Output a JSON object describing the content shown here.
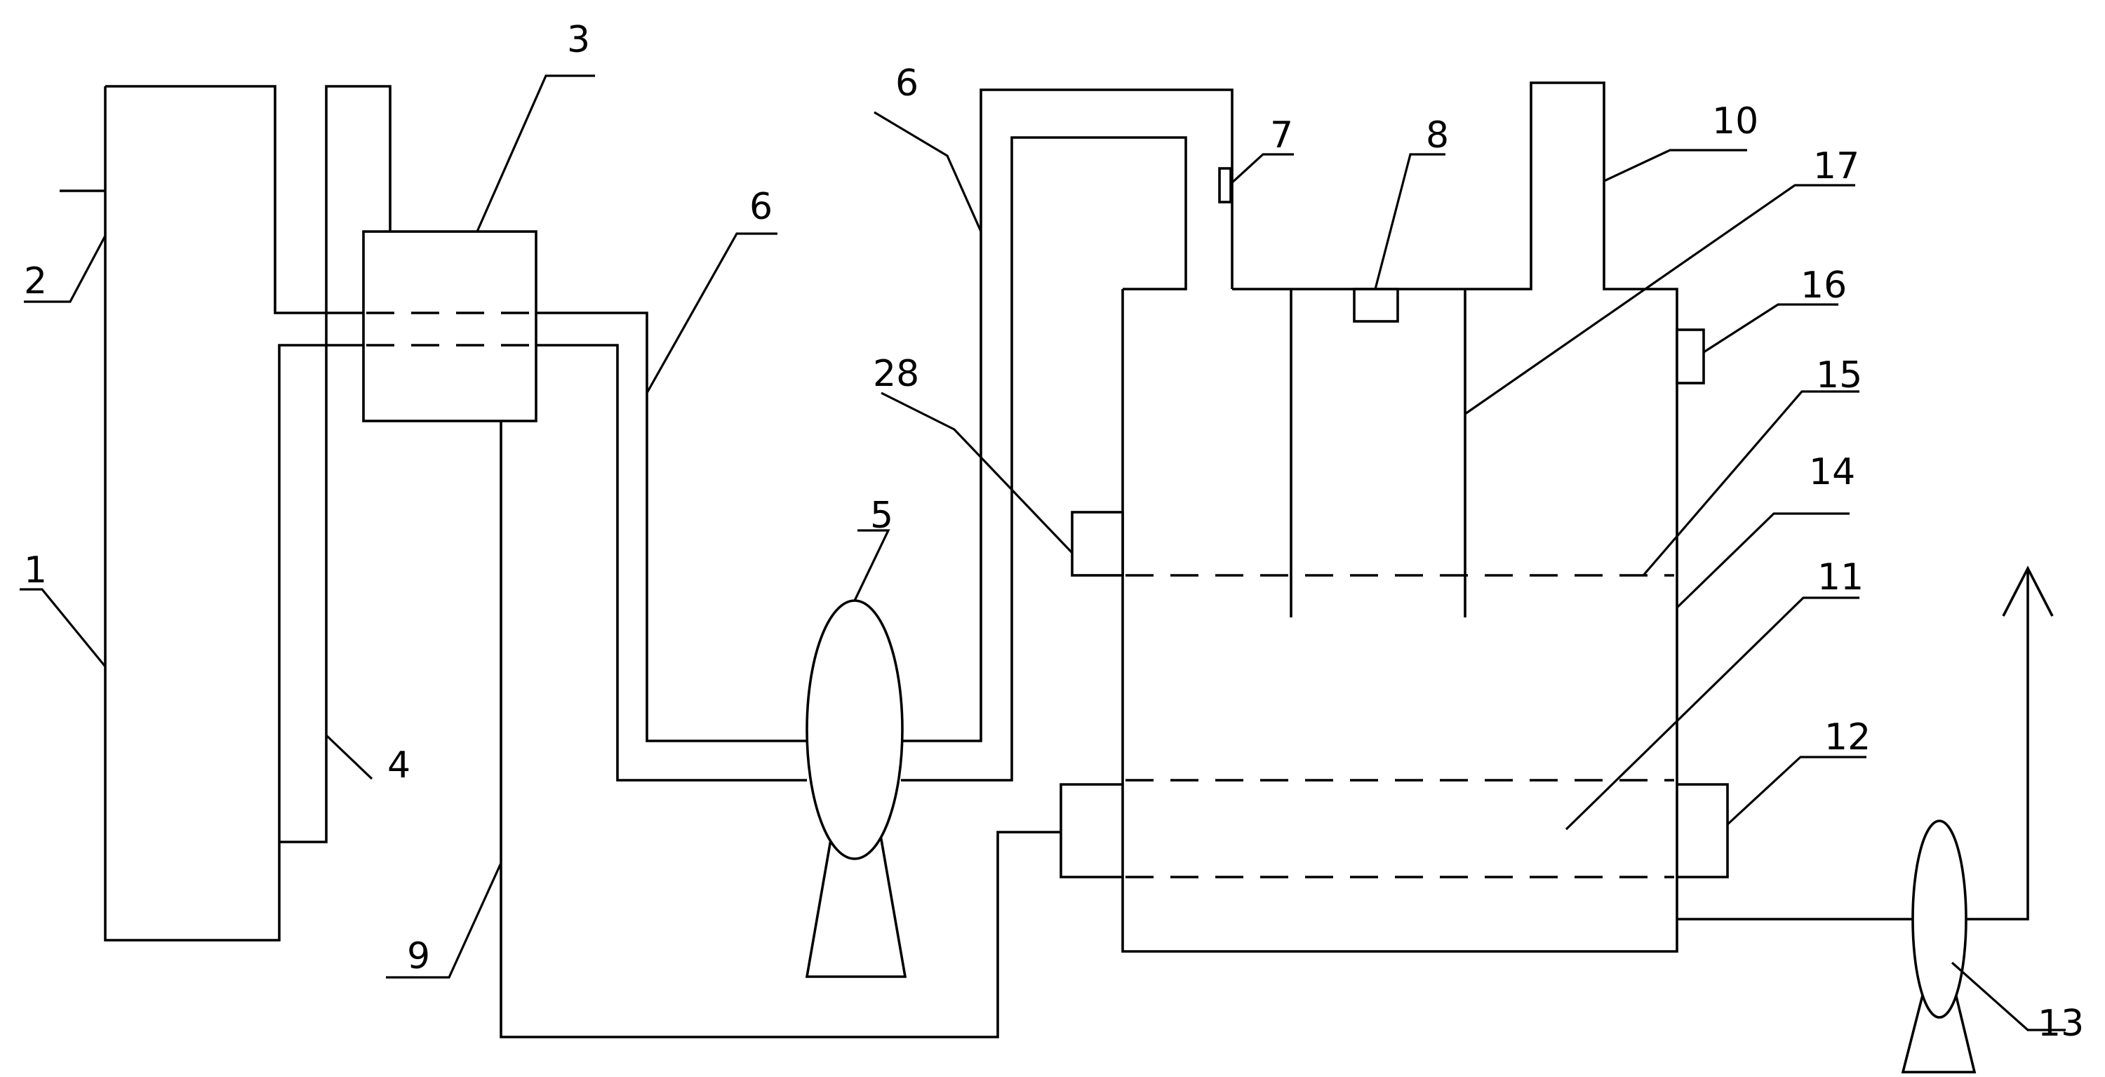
{
  "labels": {
    "l1": "1",
    "l2": "2",
    "l3": "3",
    "l4": "4",
    "l5": "5",
    "l6a": "6",
    "l6b": "6",
    "l7": "7",
    "l8": "8",
    "l9": "9",
    "l10": "10",
    "l11": "11",
    "l12": "12",
    "l13": "13",
    "l14": "14",
    "l15": "15",
    "l16": "16",
    "l17": "17",
    "l28": "28"
  }
}
